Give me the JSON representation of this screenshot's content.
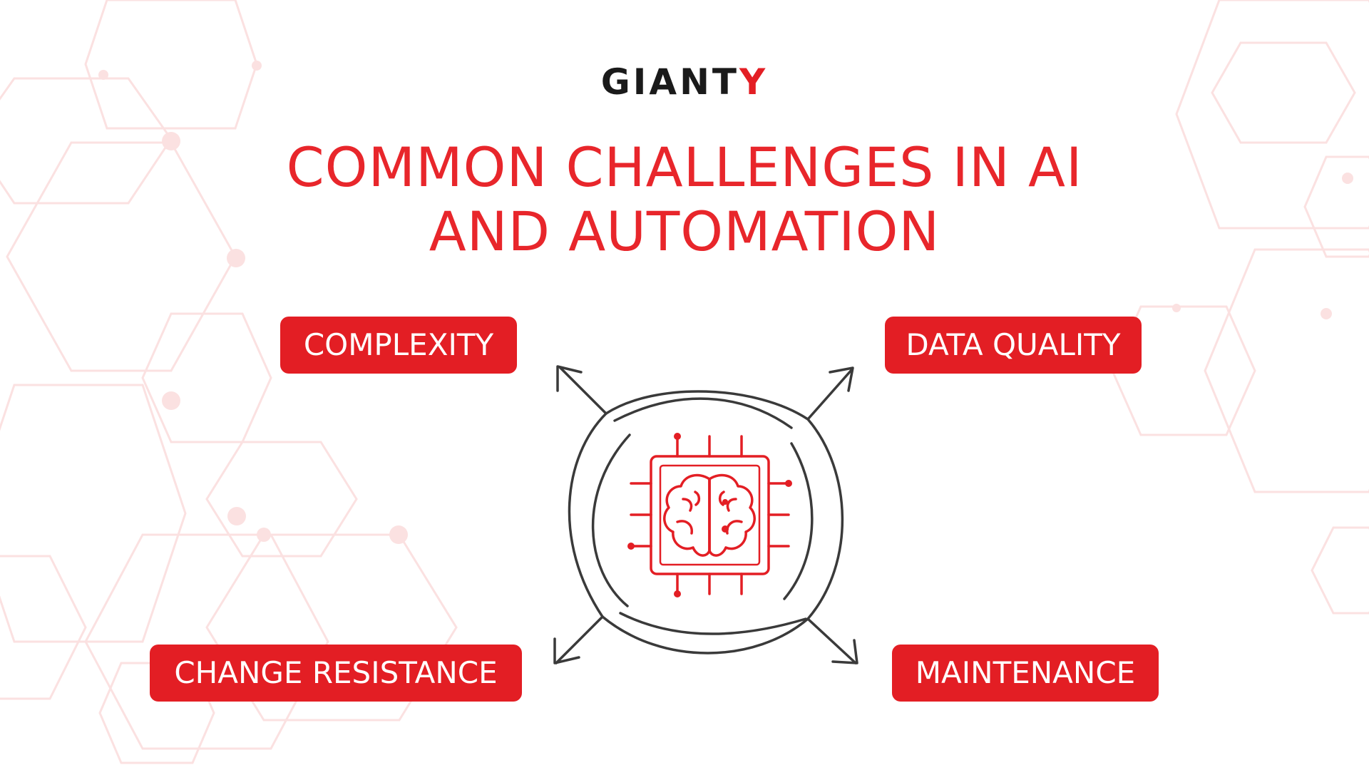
{
  "brand": {
    "logo_main": "GIANT",
    "logo_accent": "Y"
  },
  "title": {
    "line1": "COMMON CHALLENGES IN AI",
    "line2": "AND AUTOMATION"
  },
  "challenges": {
    "top_left": "COMPLEXITY",
    "top_right": "DATA QUALITY",
    "bottom_left": "CHANGE RESISTANCE",
    "bottom_right": "MAINTENANCE"
  },
  "colors": {
    "brand_red": "#e31e24",
    "title_red": "#e8262b",
    "line_dark": "#3a3a3a",
    "pattern_pink": "#fbe1e1"
  },
  "icons": {
    "center": "ai-chip-brain-icon",
    "arrows": "circular-arrows-icon"
  }
}
